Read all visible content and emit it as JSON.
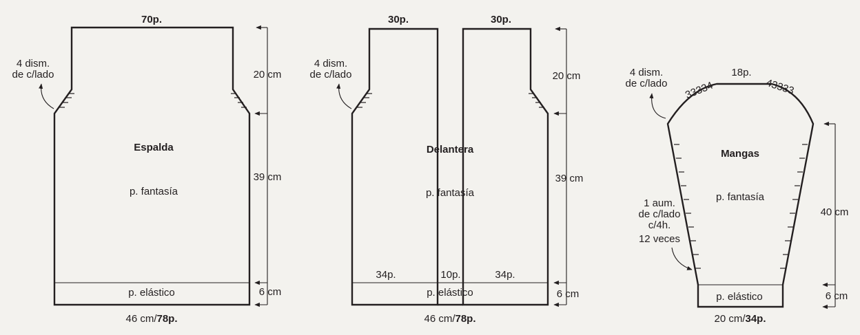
{
  "back": {
    "top_stitches": "70p.",
    "decrease_note": [
      "4 dism.",
      "de c/lado"
    ],
    "title": "Espalda",
    "stitch": "p. fantasía",
    "rib": "p. elástico",
    "m_armhole": "20 cm",
    "m_body": "39 cm",
    "m_rib": "6 cm",
    "width_cm": "46 cm/",
    "width_st": "78p."
  },
  "front": {
    "top_left_stitches": "30p.",
    "top_right_stitches": "30p.",
    "decrease_note": [
      "4 dism.",
      "de c/lado"
    ],
    "title": "Delantera",
    "stitch": "p. fantasía",
    "rib": "p. elástico",
    "rib_left": "34p.",
    "rib_center": "10p.",
    "rib_right": "34p.",
    "m_armhole": "20 cm",
    "m_body": "39 cm",
    "m_rib": "6 cm",
    "width_cm": "46 cm/",
    "width_st": "78p."
  },
  "sleeve": {
    "decrease_note": [
      "4 dism.",
      "de c/lado"
    ],
    "cap_left": "33334",
    "cap_top": "18p.",
    "cap_right": "43333",
    "title": "Mangas",
    "stitch": "p. fantasía",
    "increase_note": [
      "1 aum.",
      "de c/lado",
      "c/4h.",
      "12 veces"
    ],
    "rib": "p. elástico",
    "m_length": "40 cm",
    "m_rib": "6 cm",
    "width_cm": "20 cm/",
    "width_st": "34p."
  }
}
